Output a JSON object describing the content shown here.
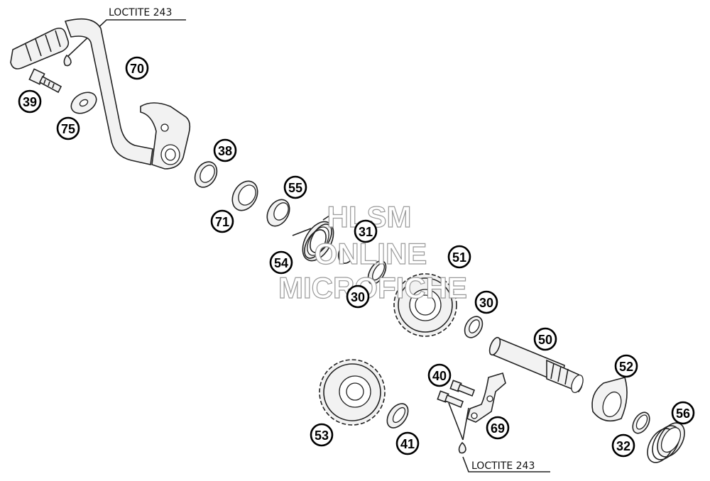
{
  "notes": {
    "top": "LOCTITE 243",
    "bottom": "LOCTITE 243"
  },
  "watermark": {
    "line1": "HLSM",
    "line2": "ONLINE",
    "line3": "MICROFICHE"
  },
  "callouts": [
    {
      "id": "c70",
      "label": "70"
    },
    {
      "id": "c39",
      "label": "39"
    },
    {
      "id": "c75",
      "label": "75"
    },
    {
      "id": "c38",
      "label": "38"
    },
    {
      "id": "c71",
      "label": "71"
    },
    {
      "id": "c55",
      "label": "55"
    },
    {
      "id": "c31",
      "label": "31"
    },
    {
      "id": "c54",
      "label": "54"
    },
    {
      "id": "c30a",
      "label": "30"
    },
    {
      "id": "c51",
      "label": "51"
    },
    {
      "id": "c30b",
      "label": "30"
    },
    {
      "id": "c50",
      "label": "50"
    },
    {
      "id": "c52",
      "label": "52"
    },
    {
      "id": "c40",
      "label": "40"
    },
    {
      "id": "c69",
      "label": "69"
    },
    {
      "id": "c53",
      "label": "53"
    },
    {
      "id": "c41",
      "label": "41"
    },
    {
      "id": "c56",
      "label": "56"
    },
    {
      "id": "c32",
      "label": "32"
    }
  ]
}
